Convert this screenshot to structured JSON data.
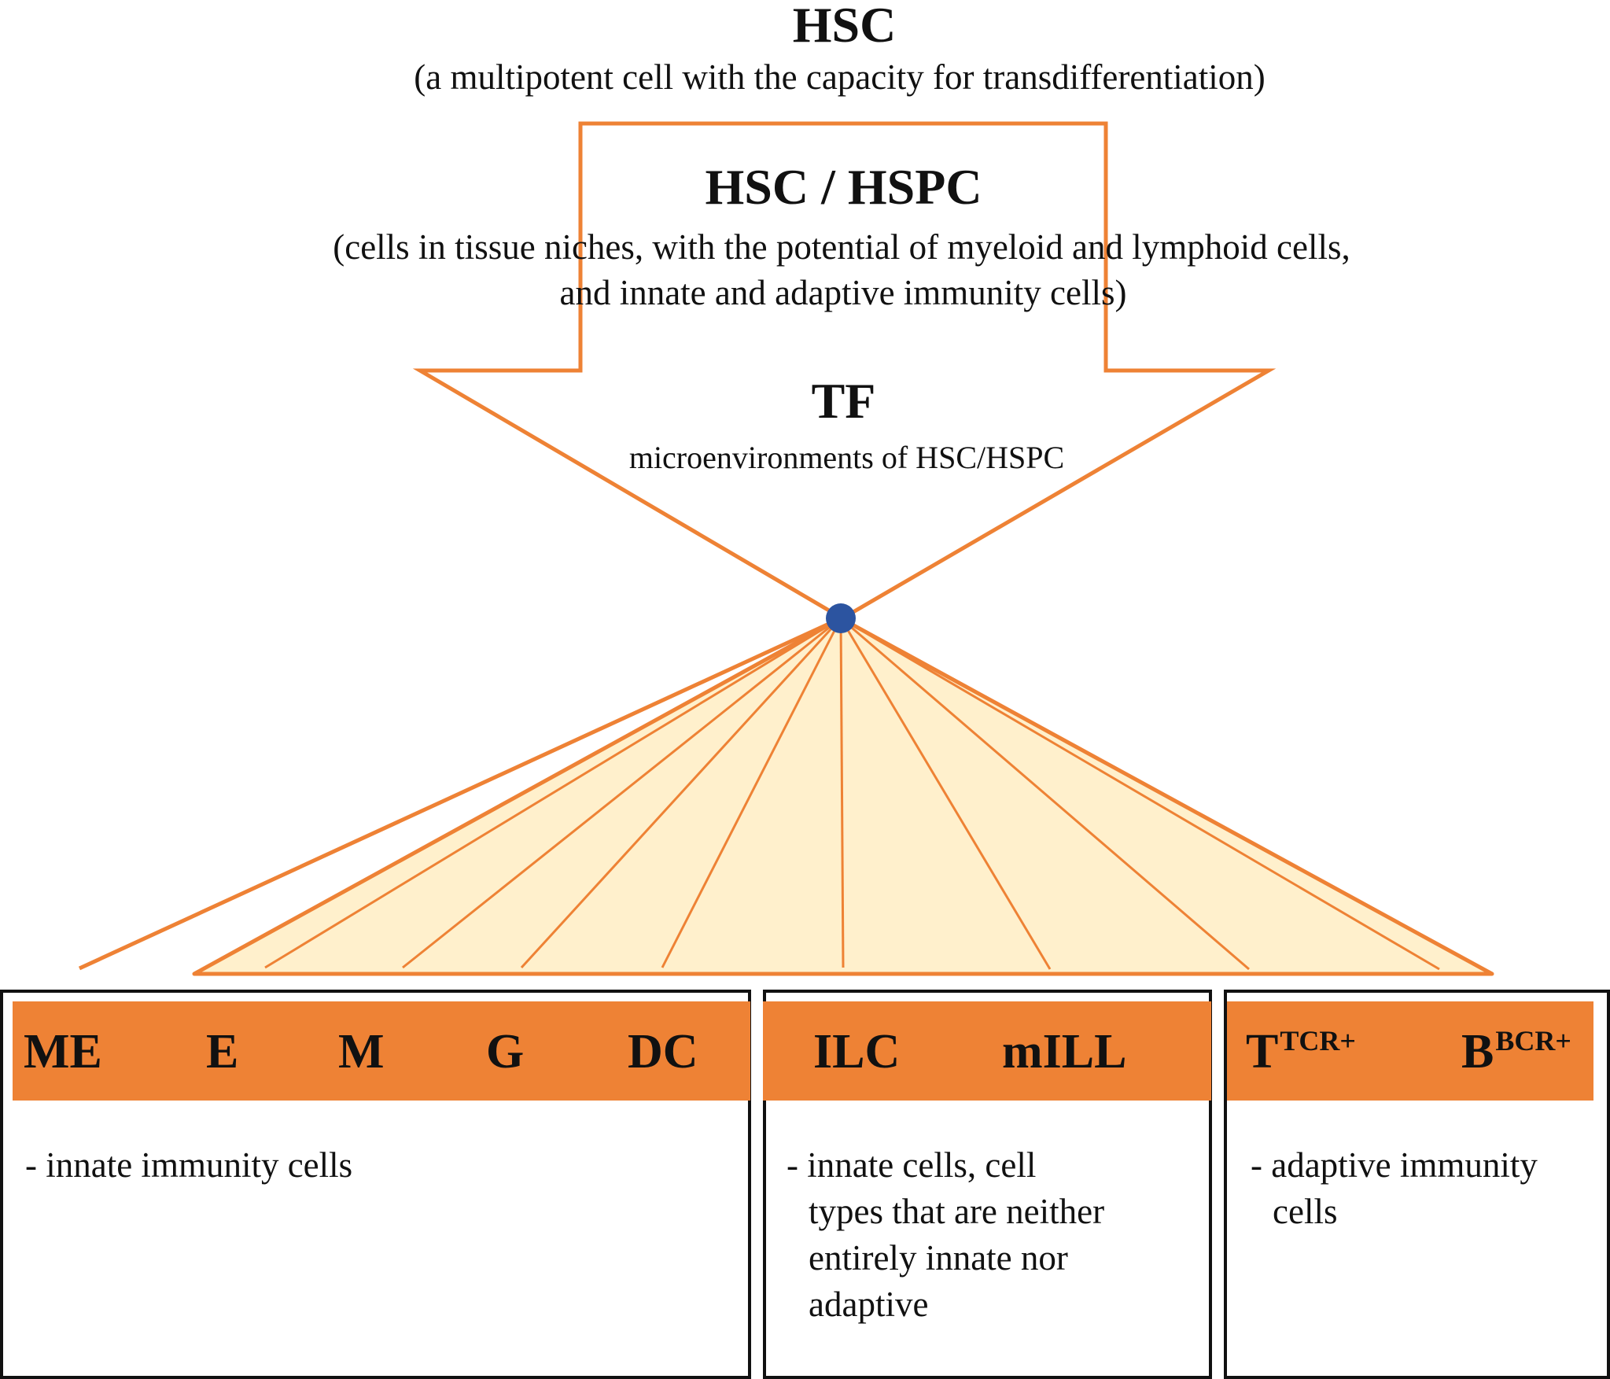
{
  "header": {
    "title": "HSC",
    "subtitle": "(a multipotent cell with the capacity for transdifferentiation)"
  },
  "arrow": {
    "title": "HSC / HSPC",
    "subtitle_line1": "(cells in tissue niches, with the potential of myeloid and lymphoid cells,",
    "subtitle_line2": "and innate and adaptive immunity cells)",
    "tf_title": "TF",
    "tf_subtitle": "microenvironments of HSC/HSPC"
  },
  "colors": {
    "orange": "#ee8235",
    "fan_fill": "#fff0cc",
    "node": "#2c54a0",
    "border": "#111111"
  },
  "groups": [
    {
      "labels": [
        "ME",
        "E",
        "M",
        "G",
        "DC"
      ],
      "description": [
        "- innate immunity cells"
      ]
    },
    {
      "labels": [
        "ILC",
        "mILL"
      ],
      "description": [
        "- innate cells, cell",
        "types that are neither",
        "entirely innate nor",
        "adaptive"
      ]
    },
    {
      "labels": [
        {
          "base": "T",
          "sup": "TCR+"
        },
        {
          "base": "B",
          "sup": "BCR+"
        }
      ],
      "description": [
        "- adaptive immunity",
        "cells"
      ]
    }
  ]
}
